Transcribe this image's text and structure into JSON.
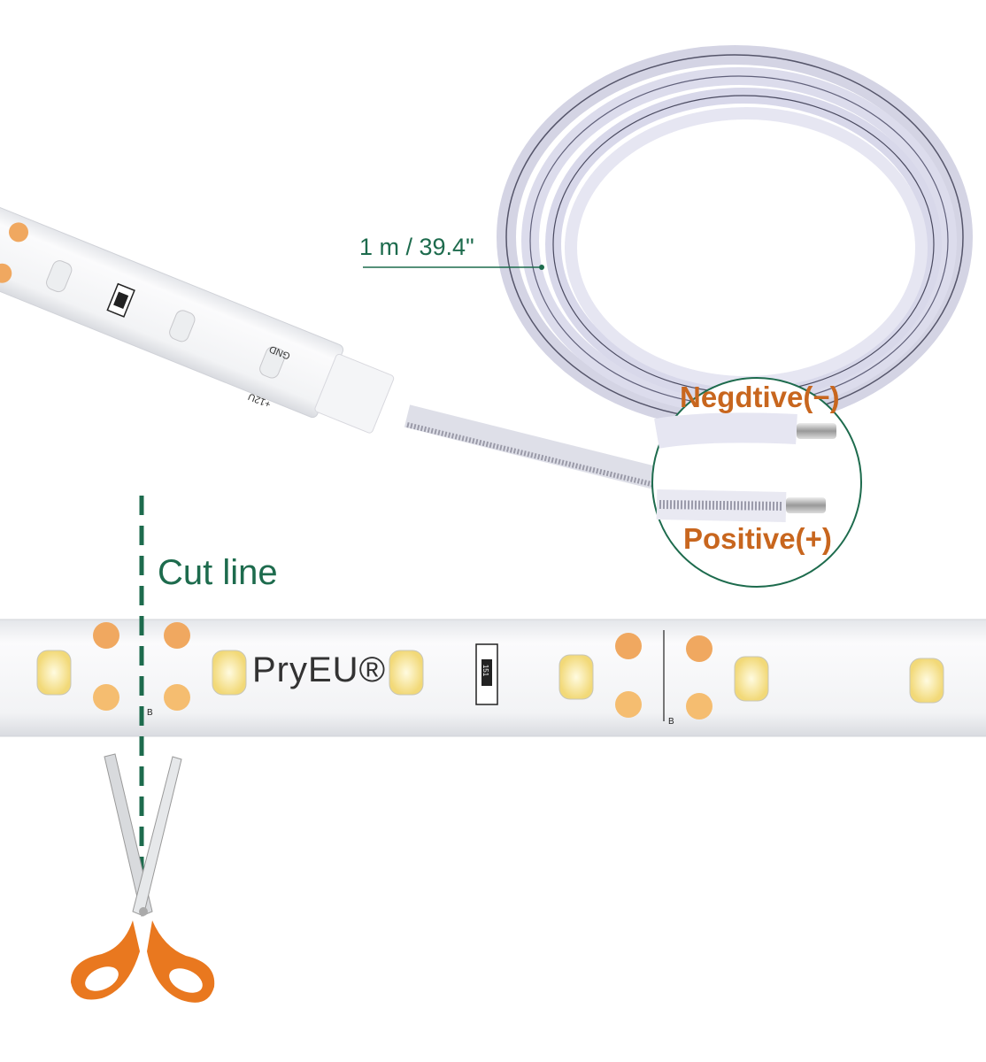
{
  "labels": {
    "length": "1 m / 39.4\"",
    "negative": "Negdtive(−)",
    "positive": "Positive(+)",
    "cut_line": "Cut line",
    "brand": "PryEU®",
    "gnd": "GND",
    "plus12v": "+12U",
    "resistor_code": "151",
    "pad_mark": "B"
  },
  "colors": {
    "label_orange": "#c8661e",
    "accent_green": "#1d6b4d",
    "copper_pad": "#f0a860",
    "led_yellow": "#f7e59a",
    "scissor_handle": "#e9781f"
  }
}
